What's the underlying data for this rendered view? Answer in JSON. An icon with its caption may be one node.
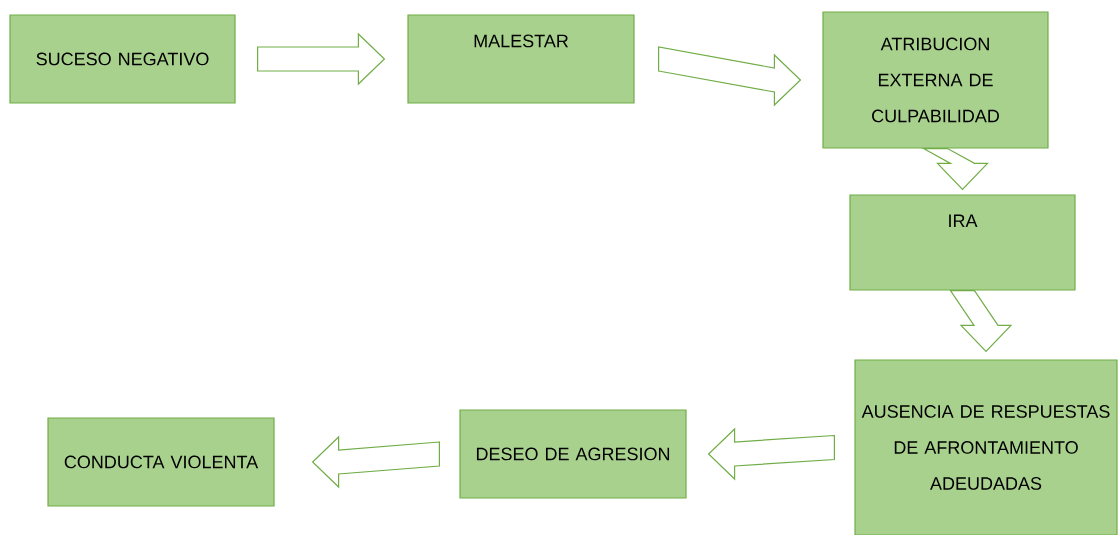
{
  "diagram": {
    "nodes": [
      {
        "text": [
          "SUCESO NEGATIVO"
        ]
      },
      {
        "text": [
          "MALESTAR"
        ]
      },
      {
        "text": [
          "ATRIBUCION EXTERNA DE CULPABILIDAD"
        ]
      },
      {
        "text": [
          "IRA"
        ]
      },
      {
        "text": [
          "AUSENCIA DE RESPUESTAS DE AFRONTAMIENTO ADEUDADAS"
        ]
      },
      {
        "text": [
          "DESEO DE AGRESION"
        ]
      },
      {
        "text": [
          "CONDUCTA VIOLENTA"
        ]
      }
    ],
    "edges": [
      {
        "from": 0,
        "to": 1,
        "arrow": "to"
      },
      {
        "from": 1,
        "to": 2,
        "arrow": "to"
      },
      {
        "from": 2,
        "to": 3,
        "arrow": "to"
      },
      {
        "from": 3,
        "to": 4,
        "arrow": "to"
      },
      {
        "from": 4,
        "to": 5,
        "arrow": "to"
      },
      {
        "from": 5,
        "to": 6,
        "arrow": "to"
      }
    ]
  }
}
